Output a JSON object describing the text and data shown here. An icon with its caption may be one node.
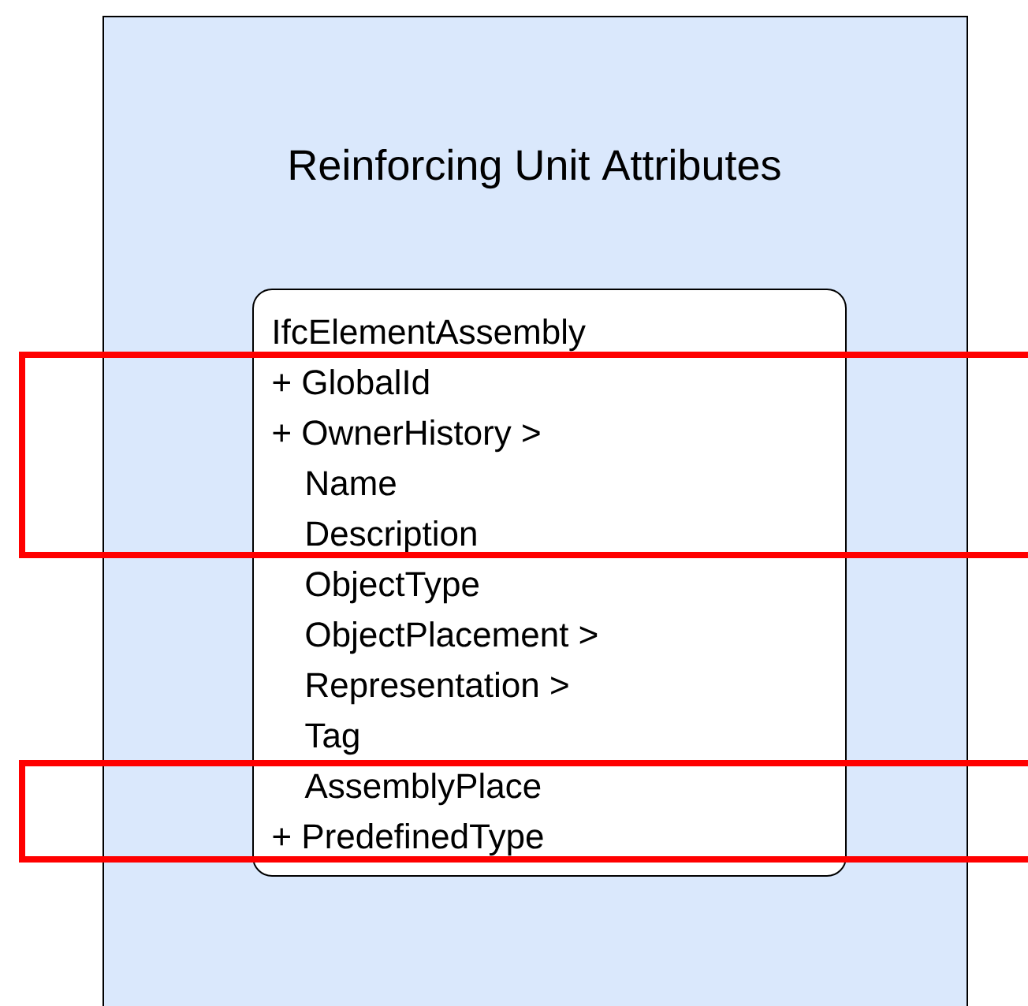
{
  "diagram": {
    "nodes": [
      {
        "text": [
          "Reinforcing Unit Attributes"
        ]
      },
      {
        "text": [
          "IfcElementAssembly",
          "+ GlobalId",
          "+ OwnerHistory >",
          "Name",
          "Description",
          "ObjectType",
          "ObjectPlacement >",
          "Representation >",
          "Tag",
          "AssemblyPlace",
          "+ PredefinedType"
        ],
        "in": 0
      }
    ]
  }
}
